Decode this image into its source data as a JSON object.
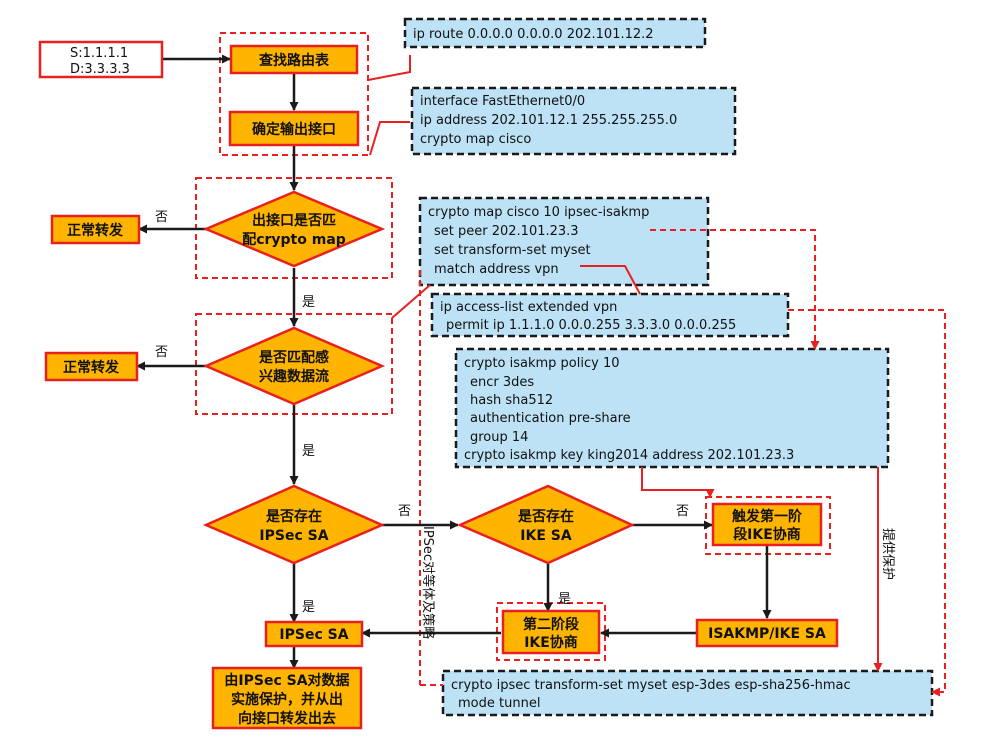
{
  "palette": {
    "orange": "#FFB400",
    "red": "#E8201F",
    "blue": "#BDE2F5",
    "dark": "#1a1a1a"
  },
  "packet": {
    "src": "S:1.1.1.1",
    "dst": "D:3.3.3.3"
  },
  "flow": {
    "lookup": "查找路由表",
    "egress": "确定输出接口",
    "q_cryptomap": [
      "出接口是否匹",
      "配crypto map"
    ],
    "q_interesting": [
      "是否匹配感",
      "兴趣数据流"
    ],
    "q_ipsec_sa": [
      "是否存在",
      "IPSec SA"
    ],
    "q_ike_sa": [
      "是否存在",
      "IKE SA"
    ],
    "trigger_phase1": [
      "触发第一阶",
      "段IKE协商"
    ],
    "phase2": [
      "第二阶段",
      "IKE协商"
    ],
    "isakmp_sa": "ISAKMP/IKE SA",
    "ipsec_sa": "IPSec SA",
    "protect": [
      "由IPSec SA对数据",
      "实施保护，并从出",
      "向接口转发出去"
    ],
    "forward_1": "正常转发",
    "forward_2": "正常转发"
  },
  "labels": {
    "no": "否",
    "yes": "是",
    "peer_policy": "IPSec对等体及策略",
    "provide_protection": "提供保护"
  },
  "config": {
    "route": "ip route 0.0.0.0 0.0.0.0 202.101.12.2",
    "interface": [
      "interface FastEthernet0/0",
      "ip address 202.101.12.1 255.255.255.0",
      "crypto map cisco"
    ],
    "cryptomap": [
      "crypto map cisco 10 ipsec-isakmp",
      "set peer 202.101.23.3",
      "set transform-set myset",
      "match address vpn"
    ],
    "acl": [
      "ip access-list extended vpn",
      "permit ip 1.1.1.0 0.0.0.255 3.3.3.0 0.0.0.255"
    ],
    "isakmp": [
      "crypto isakmp policy 10",
      "encr 3des",
      "hash sha512",
      "authentication pre-share",
      "group 14",
      "crypto isakmp key  king2014 address 202.101.23.3"
    ],
    "transform": [
      "crypto ipsec transform-set myset esp-3des esp-sha256-hmac",
      "mode tunnel"
    ]
  }
}
